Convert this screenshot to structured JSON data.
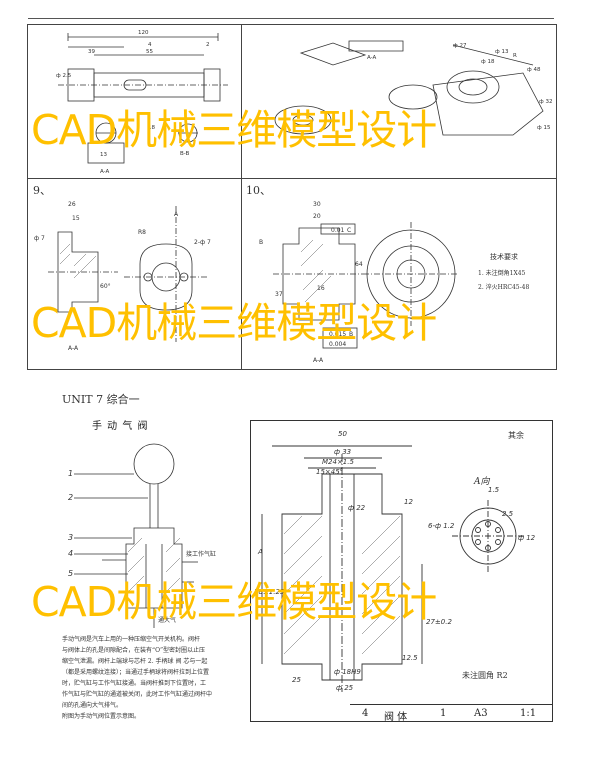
{
  "upper_panels": {
    "label_9": "9、",
    "label_10": "10、",
    "p1_dims": [
      "120",
      "4",
      "39",
      "55",
      "2",
      "ф 2.5",
      "18",
      "A-A",
      "B-B",
      "13"
    ],
    "p2_dims": [
      "A-A",
      "ф 27",
      "ф 18",
      "ф 13",
      "R",
      "ф 48",
      "ф 32",
      "ф 15"
    ],
    "p3_dims": [
      "26",
      "15",
      "A",
      "ф 7",
      "60°",
      "R8",
      "2-ф 7",
      "A-A"
    ],
    "p4_dims": [
      "30",
      "20",
      "0.01",
      "C",
      "B",
      "16",
      "37",
      "64",
      "0.015",
      "B",
      "0.004",
      "A-A"
    ],
    "p4_tech": {
      "title": "技术要求",
      "items": [
        "1. 未注倒角1X45",
        "2. 淬火HRC45-48"
      ]
    }
  },
  "unit_heading": "UNIT 7   综合一",
  "left_doc": {
    "title": "手 动 气 阀",
    "callouts": [
      "1",
      "2",
      "3",
      "4",
      "5"
    ],
    "labels": [
      "接工作气缸",
      "通大气"
    ],
    "paragraph": [
      "手动气阀是汽车上用的一种压缩空气开关机构。阀杆",
      "与阀体上的孔是间隙配合，在装有“O”型密封圈以止压",
      "缩空气泄漏。阀杆上端球与芯杆 2. 手柄球 阀 芯与一起",
      "（都是采用螺纹连接）；当通过手柄球将阀杆拉到上位置",
      "时，贮气缸与工作气缸接通。当阀杆推到下位置时，工",
      "作气缸与贮气缸的通道被关闭，此时工作气缸通过阀杆中",
      "间的孔通向大气排气。",
      "附图为手动气阀位置示意图。"
    ]
  },
  "right_drawing": {
    "roughness": "其余",
    "dims": [
      "50",
      "ф 33",
      "M24×1.5",
      "15×45°",
      "ф 22",
      "ф 25",
      "ф 18H9",
      "12",
      "25",
      "38±1.25",
      "27±0.2",
      "6-ф 1.2",
      "1.5",
      "2.5",
      "ф 12",
      "A",
      "12.5"
    ],
    "view_label": "A向",
    "corner_note": "未注圆角 R2",
    "title_block": [
      "4",
      "阀 体",
      "1",
      "A3",
      "1:1"
    ]
  },
  "watermark": "CAD机械三维模型设计"
}
